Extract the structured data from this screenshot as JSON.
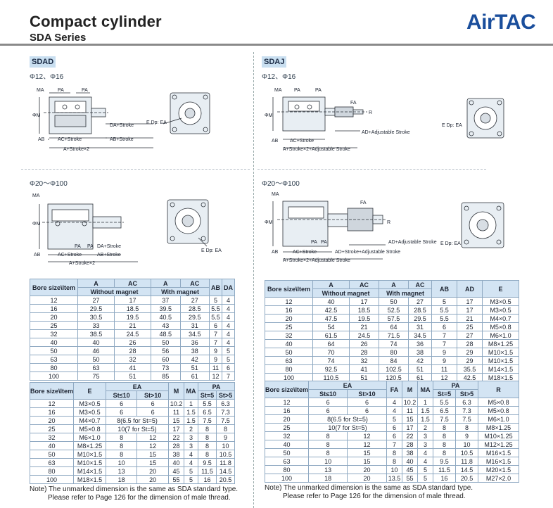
{
  "header": {
    "title": "Compact cylinder",
    "subtitle": "SDA Series",
    "brand": "AirTAC"
  },
  "left": {
    "tag": "SDAD",
    "size_small": "Φ12、Φ16",
    "size_large": "Φ20～Φ100",
    "diagram_small_labels": {
      "ma": "MA",
      "pa1": "PA",
      "pa2": "PA",
      "phim": "ΦM",
      "da_stroke": "DA+Stroke",
      "ab": "AB",
      "ac_stroke": "AC+Stroke",
      "ab_stroke": "AB+Stroke",
      "a_stroke": "A+Stroke×2",
      "e_dp": "E Dp: EA"
    },
    "diagram_large_labels": {
      "ma": "MA",
      "phim": "ΦM",
      "pa1": "PA",
      "pa2": "PA",
      "da_stroke": "DA+Stroke",
      "ab": "AB",
      "ac_stroke": "AC+Stroke",
      "ab_stroke": "AB+Stroke",
      "a_stroke": "A+Stroke×2",
      "e_dp": "E Dp: EA"
    },
    "table1": {
      "h_bore": "Bore size\\Item",
      "h_a1": "A",
      "h_ac1": "AC",
      "h_a2": "A",
      "h_ac2": "AC",
      "h_ab": "AB",
      "h_da": "DA",
      "h_without": "Without magnet",
      "h_with": "With magnet",
      "rows": [
        [
          "12",
          "27",
          "17",
          "37",
          "27",
          "5",
          "4"
        ],
        [
          "16",
          "29.5",
          "18.5",
          "39.5",
          "28.5",
          "5.5",
          "4"
        ],
        [
          "20",
          "30.5",
          "19.5",
          "40.5",
          "29.5",
          "5.5",
          "4"
        ],
        [
          "25",
          "33",
          "21",
          "43",
          "31",
          "6",
          "4"
        ],
        [
          "32",
          "38.5",
          "24.5",
          "48.5",
          "34.5",
          "7",
          "4"
        ],
        [
          "40",
          "40",
          "26",
          "50",
          "36",
          "7",
          "4"
        ],
        [
          "50",
          "46",
          "28",
          "56",
          "38",
          "9",
          "5"
        ],
        [
          "63",
          "50",
          "32",
          "60",
          "42",
          "9",
          "5"
        ],
        [
          "80",
          "63",
          "41",
          "73",
          "51",
          "11",
          "6"
        ],
        [
          "100",
          "75",
          "51",
          "85",
          "61",
          "12",
          "7"
        ]
      ]
    },
    "table2": {
      "h_bore": "Bore size\\Item",
      "h_e": "E",
      "h_ea": "EA",
      "h_m": "M",
      "h_ma": "MA",
      "h_pa": "PA",
      "h_st10": "St≤10",
      "h_st10b": "St>10",
      "h_st5": "St=5",
      "h_st5b": "St>5",
      "rows": [
        [
          "12",
          "M3×0.5",
          "6",
          "6",
          "10.2",
          "1",
          "5.5",
          "6.3"
        ],
        [
          "16",
          "M3×0.5",
          "6",
          "6",
          "11",
          "1.5",
          "6.5",
          "7.3"
        ],
        [
          "20",
          "M4×0.7",
          "8(6.5 for St=5)",
          "",
          "15",
          "1.5",
          "7.5",
          "7.5"
        ],
        [
          "25",
          "M5×0.8",
          "10(7 for St=5)",
          "",
          "17",
          "2",
          "8",
          "8"
        ],
        [
          "32",
          "M6×1.0",
          "8",
          "12",
          "22",
          "3",
          "8",
          "9"
        ],
        [
          "40",
          "M8×1.25",
          "8",
          "12",
          "28",
          "3",
          "8",
          "10"
        ],
        [
          "50",
          "M10×1.5",
          "8",
          "15",
          "38",
          "4",
          "8",
          "10.5"
        ],
        [
          "63",
          "M10×1.5",
          "10",
          "15",
          "40",
          "4",
          "9.5",
          "11.8"
        ],
        [
          "80",
          "M14×1.5",
          "13",
          "20",
          "45",
          "5",
          "11.5",
          "14.5"
        ],
        [
          "100",
          "M18×1.5",
          "18",
          "20",
          "55",
          "5",
          "16",
          "20.5"
        ]
      ]
    },
    "note1": "Note) The unmarked dimension is the same as SDA standard type.",
    "note2": "Please refer to Page 126 for the dimension of male thread."
  },
  "right": {
    "tag": "SDAJ",
    "size_small": "Φ12、Φ16",
    "size_large": "Φ20～Φ100",
    "diagram_small_labels": {
      "ma": "MA",
      "pa1": "PA",
      "pa2": "PA",
      "fa": "FA",
      "phim": "ΦM",
      "r": "R",
      "ab": "AB",
      "ac_stroke": "AC+Stroke",
      "ad_adj": "AD+Adjustable Stroke",
      "a_stroke": "A+Stroke×2+Adjustable Stroke",
      "e_dp": "E Dp: EA"
    },
    "diagram_large_labels": {
      "ma": "MA",
      "fa": "FA",
      "phim": "ΦM",
      "pa1": "PA",
      "pa2": "PA",
      "r": "R",
      "ad_adj": "AD+Adjustable Stroke",
      "ab": "AB",
      "ac_stroke": "AC+Stroke",
      "ad_stroke_adj": "AD+Stroke+Adjustable Stroke",
      "a_stroke": "A+Stroke×2+Adjustable Stroke",
      "e_dp": "E Dp: EA"
    },
    "table1": {
      "h_bore": "Bore size\\Item",
      "h_a1": "A",
      "h_ac1": "AC",
      "h_a2": "A",
      "h_ac2": "AC",
      "h_ab": "AB",
      "h_ad": "AD",
      "h_e": "E",
      "h_without": "Without magnet",
      "h_with": "With magnet",
      "rows": [
        [
          "12",
          "40",
          "17",
          "50",
          "27",
          "5",
          "17",
          "M3×0.5"
        ],
        [
          "16",
          "42.5",
          "18.5",
          "52.5",
          "28.5",
          "5.5",
          "17",
          "M3×0.5"
        ],
        [
          "20",
          "47.5",
          "19.5",
          "57.5",
          "29.5",
          "5.5",
          "21",
          "M4×0.7"
        ],
        [
          "25",
          "54",
          "21",
          "64",
          "31",
          "6",
          "25",
          "M5×0.8"
        ],
        [
          "32",
          "61.5",
          "24.5",
          "71.5",
          "34.5",
          "7",
          "27",
          "M6×1.0"
        ],
        [
          "40",
          "64",
          "26",
          "74",
          "36",
          "7",
          "28",
          "M8×1.25"
        ],
        [
          "50",
          "70",
          "28",
          "80",
          "38",
          "9",
          "29",
          "M10×1.5"
        ],
        [
          "63",
          "74",
          "32",
          "84",
          "42",
          "9",
          "29",
          "M10×1.5"
        ],
        [
          "80",
          "92.5",
          "41",
          "102.5",
          "51",
          "11",
          "35.5",
          "M14×1.5"
        ],
        [
          "100",
          "110.5",
          "51",
          "120.5",
          "61",
          "12",
          "42.5",
          "M18×1.5"
        ]
      ]
    },
    "table2": {
      "h_bore": "Bore size\\Item",
      "h_ea": "EA",
      "h_fa": "FA",
      "h_m": "M",
      "h_ma": "MA",
      "h_pa": "PA",
      "h_r": "R",
      "h_st10": "St≤10",
      "h_st10b": "St>10",
      "h_st5": "St=5",
      "h_st5b": "St>5",
      "rows": [
        [
          "12",
          "6",
          "6",
          "4",
          "10.2",
          "1",
          "5.5",
          "6.3",
          "M5×0.8"
        ],
        [
          "16",
          "6",
          "6",
          "4",
          "11",
          "1.5",
          "6.5",
          "7.3",
          "M5×0.8"
        ],
        [
          "20",
          "8(6.5 for St=5)",
          "",
          "5",
          "15",
          "1.5",
          "7.5",
          "7.5",
          "M6×1.0"
        ],
        [
          "25",
          "10(7 for St=5)",
          "",
          "6",
          "17",
          "2",
          "8",
          "8",
          "M8×1.25"
        ],
        [
          "32",
          "8",
          "12",
          "6",
          "22",
          "3",
          "8",
          "9",
          "M10×1.25"
        ],
        [
          "40",
          "8",
          "12",
          "7",
          "28",
          "3",
          "8",
          "10",
          "M12×1.25"
        ],
        [
          "50",
          "8",
          "15",
          "8",
          "38",
          "4",
          "8",
          "10.5",
          "M16×1.5"
        ],
        [
          "63",
          "10",
          "15",
          "8",
          "40",
          "4",
          "9.5",
          "11.8",
          "M16×1.5"
        ],
        [
          "80",
          "13",
          "20",
          "10",
          "45",
          "5",
          "11.5",
          "14.5",
          "M20×1.5"
        ],
        [
          "100",
          "18",
          "20",
          "13.5",
          "55",
          "5",
          "16",
          "20.5",
          "M27×2.0"
        ]
      ]
    },
    "note1": "Note) The unmarked dimension is the same as SDA standard type.",
    "note2": "Please refer to Page 126 for the dimension of male thread."
  }
}
